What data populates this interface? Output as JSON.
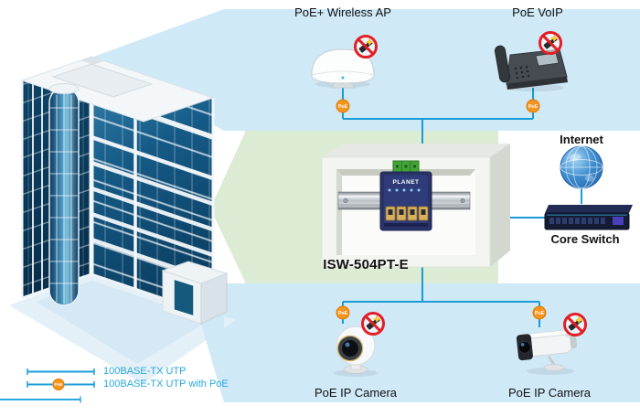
{
  "product": {
    "model": "ISW-504PT-E",
    "brand": "PLANET"
  },
  "nodes": {
    "wireless_ap": {
      "label": "PoE+ Wireless AP"
    },
    "voip_phone": {
      "label": "PoE VoIP"
    },
    "internet": {
      "label": "Internet"
    },
    "core_switch": {
      "label": "Core Switch"
    },
    "camera_left": {
      "label": "PoE IP Camera"
    },
    "camera_right": {
      "label": "PoE IP Camera"
    }
  },
  "badge": {
    "poe": "PoE"
  },
  "legend": {
    "items": [
      {
        "label": "100BASE-TX UTP",
        "with_poe": false
      },
      {
        "label": "100BASE-TX UTP with PoE",
        "with_poe": true
      }
    ]
  },
  "colors": {
    "connection_line": "#1a9cd8",
    "poe_badge": "#f7941e",
    "panel_blue": "#cfe9f7",
    "panel_green": "#dcebd3",
    "prohibition_red": "#e31e24",
    "legend_text": "#29a8dc"
  }
}
